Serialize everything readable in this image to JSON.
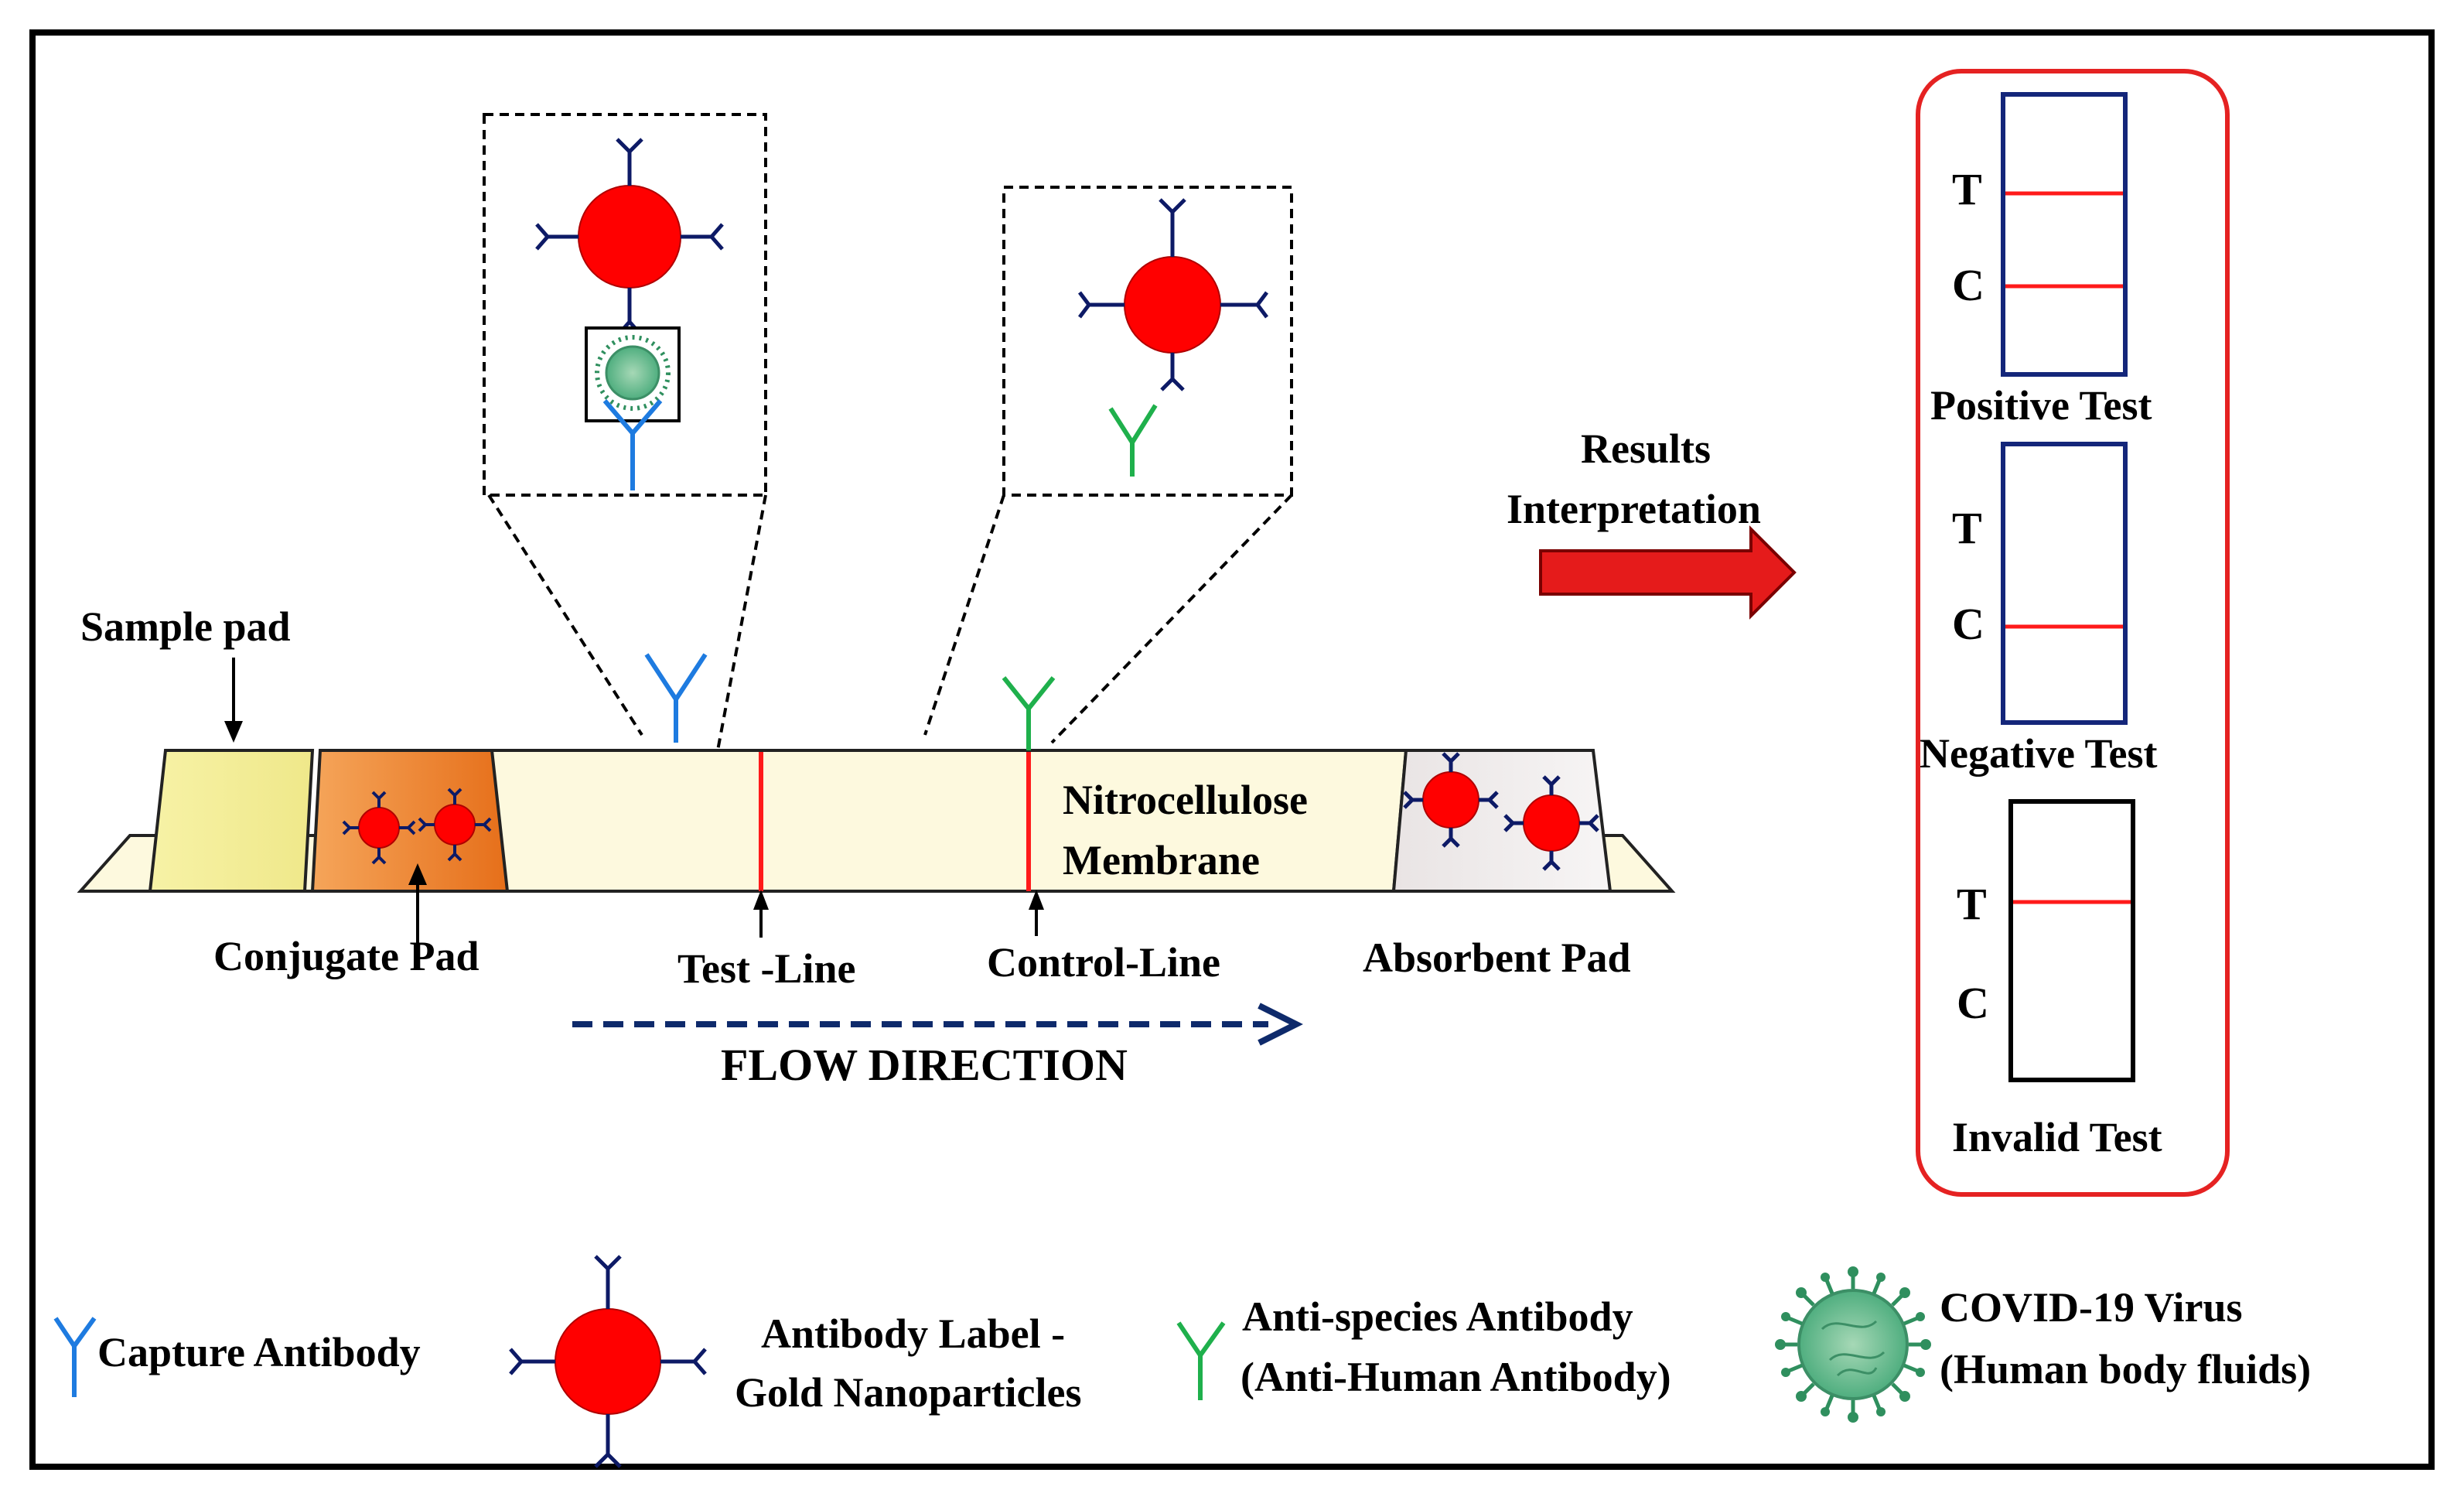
{
  "labels": {
    "sample_pad": "Sample pad",
    "conjugate_pad": "Conjugate Pad",
    "test_line": "Test -Line",
    "control_line": "Control-Line",
    "absorbent_pad": "Absorbent Pad",
    "membrane_line1": "Nitrocellulose",
    "membrane_line2": "Membrane",
    "flow_direction": "FLOW DIRECTION",
    "results_line1": "Results",
    "results_line2": "Interpretation"
  },
  "results": [
    {
      "label": "Positive Test",
      "line_t": "T",
      "line_c": "C",
      "t_line_visible": true,
      "c_line_visible": true
    },
    {
      "label": "Negative Test",
      "line_t": "T",
      "line_c": "C",
      "t_line_visible": false,
      "c_line_visible": true
    },
    {
      "label": "Invalid Test",
      "line_t": "T",
      "line_c": "C",
      "t_line_visible": true,
      "c_line_visible": false
    }
  ],
  "legend": {
    "capture_antibody": "Capture Antibody",
    "gold_label_line1": "Antibody Label -",
    "gold_label_line2": "Gold Nanoparticles",
    "anti_species_line1": "Anti-species Antibody",
    "anti_species_line2": "(Anti-Human  Antibody)",
    "virus_line1": "COVID-19 Virus",
    "virus_line2": "(Human body fluids)"
  },
  "colors": {
    "capture_antibody": "#1e7be0",
    "anti_species_antibody": "#1fb04c",
    "label_antibody": "#0d1a66",
    "gold_nanoparticle": "#ff0000",
    "virus": "#5fb88a",
    "result_frame": "#e52222",
    "result_strip": "#14267a",
    "flow_arrow": "#0e2a6b",
    "sample_pad": "#f7f1a0",
    "conjugate_pad": "#f08a35",
    "membrane": "#fdf9de",
    "absorbent_pad": "#e6e2e2",
    "result_arrow": "#e51b1b"
  }
}
